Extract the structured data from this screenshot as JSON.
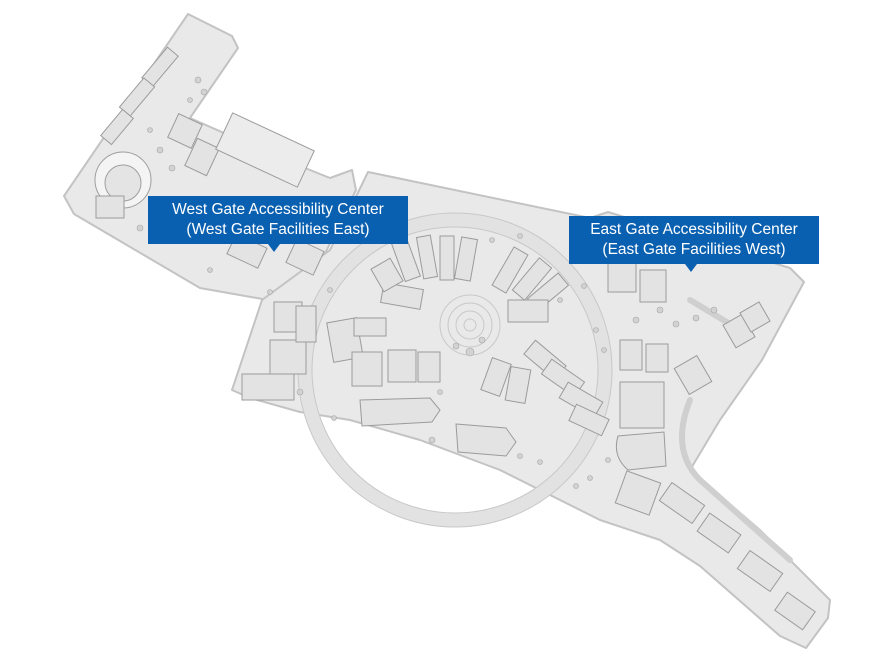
{
  "map": {
    "callouts": [
      {
        "id": "west",
        "line1": "West Gate Accessibility Center",
        "line2": "(West Gate Facilities East)"
      },
      {
        "id": "east",
        "line1": "East Gate Accessibility Center",
        "line2": "(East Gate Facilities West)"
      }
    ]
  },
  "colors": {
    "accent": "#0a60b0",
    "path_fill": "#e8e8e8",
    "path_stroke": "#c4c4c4",
    "building_fill": "#e4e4e4",
    "building_stroke": "#9e9e9e",
    "tree_fill": "#cfcfcf"
  }
}
